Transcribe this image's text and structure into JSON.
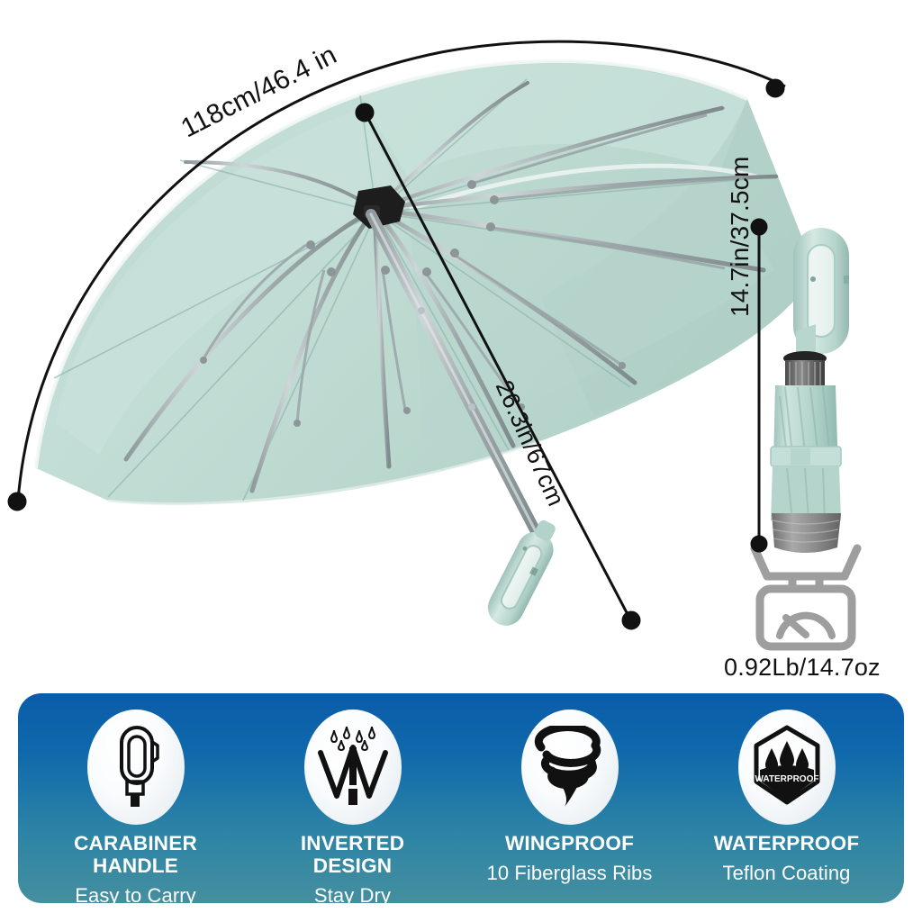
{
  "product": {
    "color_hex": "#bcd9d1",
    "rib_color_hex": "#a8b2b4",
    "dimensions": {
      "canopy_width": "118cm/46.4 in",
      "diagonal_length": "26.3in/67cm",
      "folded_height": "14.7in/37.5cm",
      "weight": "0.92Lb/14.7oz"
    }
  },
  "banner": {
    "background_top_hex": "#0a5ca9",
    "background_bottom_hex": "#458f9f",
    "text_color_hex": "#ffffff",
    "features": [
      {
        "icon": "carabiner-handle-icon",
        "title": "CARABINER\nHANDLE",
        "title_line1": "CARABINER",
        "title_line2": "HANDLE",
        "subtitle": "Easy to Carry"
      },
      {
        "icon": "inverted-umbrella-icon",
        "title": "INVERTED\nDESIGN",
        "title_line1": "INVERTED",
        "title_line2": "DESIGN",
        "subtitle": "Stay Dry"
      },
      {
        "icon": "tornado-icon",
        "title": "WINGPROOF",
        "title_line1": "WINGPROOF",
        "title_line2": "",
        "subtitle": "10 Fiberglass Ribs"
      },
      {
        "icon": "waterproof-shield-icon",
        "title": "WATERPROOF",
        "title_line1": "WATERPROOF",
        "title_line2": "",
        "subtitle": "Teflon Coating",
        "badge_text": "WATERPROOF"
      }
    ]
  }
}
